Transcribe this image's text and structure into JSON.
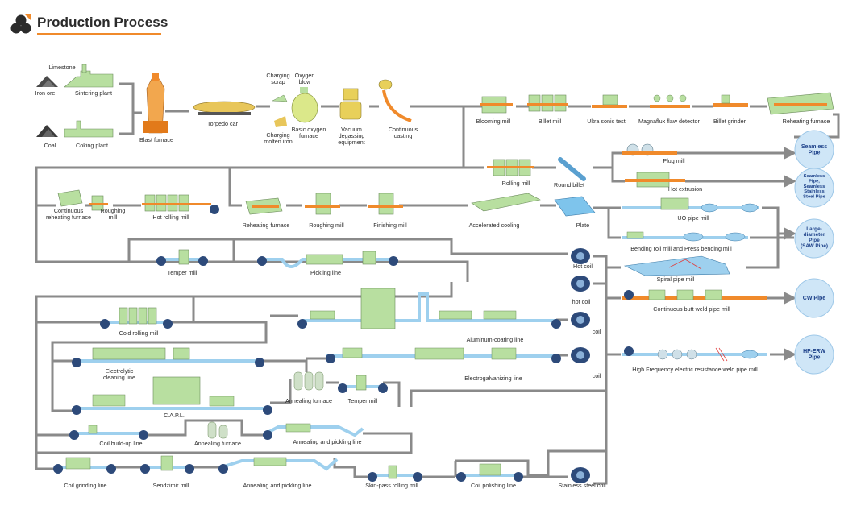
{
  "page": {
    "title": "Production Process"
  },
  "colors": {
    "flow_line": "#8a8a8a",
    "equipment": "#b8dfa0",
    "steel": "#f08a2b",
    "coil": "#2d4a7a",
    "strip": "#9ed0ee",
    "product_circle": "#cfe6f7",
    "accent": "#f08a2b"
  },
  "labels": {
    "limestone": "Limestone",
    "iron_ore": "Iron ore",
    "sintering_plant": "Sintering plant",
    "coal": "Coal",
    "coking_plant": "Coking plant",
    "blast_furnace": "Blast furnace",
    "torpedo_car": "Torpedo car",
    "charging_scrap": "Charging\nscrap",
    "oxygen_blow": "Oxygen\nblow",
    "charging_molten_iron": "Charging\nmolten iron",
    "basic_oxygen_furnace": "Basic oxygen\nfurnace",
    "vacuum_degassing": "Vacuum\ndegassing\nequipment",
    "continuous_casting": "Continuous\ncasting",
    "blooming_mill": "Blooming mill",
    "billet_mill": "Billet mill",
    "ultra_sonic_test": "Ultra sonic test",
    "magnaflux": "Magnaflux flaw detector",
    "billet_grinder": "Billet grinder",
    "reheating_furnace_top": "Reheating furnace",
    "rolling_mill": "Rolling mill",
    "round_billet": "Round billet",
    "plug_mill": "Plug mill",
    "hot_extrusion": "Hot extrusion",
    "continuous_reheating_furnace": "Continuous\nreheating furnace",
    "roughing_mill_1": "Roughing\nmill",
    "hot_rolling_mill": "Hot rolling mill",
    "reheating_furnace_mid": "Reheating furnace",
    "roughing_mill_2": "Roughing mill",
    "finishing_mill": "Finishing mill",
    "accelerated_cooling": "Accelerated cooling",
    "plate": "Plate",
    "uo_pipe_mill": "UO pipe mill",
    "bending_roll_mill": "Bending roll mill and Press bending mill",
    "temper_mill_1": "Temper mill",
    "pickling_line": "Pickling line",
    "hot_coil_1": "Hot coil",
    "hot_coil_2": "hot coil",
    "spiral_pipe_mill": "Spiral pipe mill",
    "continuous_butt_weld": "Continuous butt weld pipe mill",
    "cold_rolling_mill": "Cold rolling mill",
    "aluminum_coating_line": "Aluminum-coating line",
    "coil_1": "coil",
    "electrolytic_cleaning": "Electrolytic\ncleaning line",
    "annealing_furnace_1": "Annealing furnace",
    "temper_mill_2": "Temper mill",
    "electrogalvanizing": "Electrogalvanizing line",
    "coil_2": "coil",
    "hf_erw": "High Frequency electric resistance weld pipe mill",
    "capl": "C.A.P.L.",
    "coil_buildup": "Coil build-up line",
    "annealing_furnace_2": "Annealing furnace",
    "annealing_pickling_1": "Annealing and pickling line",
    "coil_grinding": "Coil grinding line",
    "sendzimir": "Sendzimir mill",
    "annealing_pickling_2": "Annealing and pickling line",
    "skin_pass": "Skin-pass rolling mill",
    "coil_polishing": "Coil polishing line",
    "stainless_coil": "Stainless steel coil"
  },
  "products": {
    "seamless_pipe": "Seamless\nPipe",
    "seamless_stainless": "Seamless\nPipe,\nSeamless\nStainless\nSteel Pipe",
    "large_diameter": "Large-\ndiameter\nPipe\n(SAW Pipe)",
    "cw_pipe": "CW Pipe",
    "hf_erw_pipe": "HF-ERW\nPipe"
  }
}
